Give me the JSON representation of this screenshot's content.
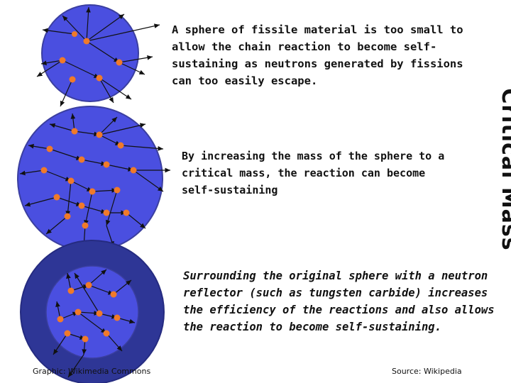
{
  "title": "Critical Mass",
  "panels": {
    "small": {
      "text": "A sphere of fissile material is too small to allow the chain reaction to become self-sustaining as neutrons generated by fissions can too easily escape."
    },
    "critical": {
      "text": "By increasing the mass of the sphere to a critical mass, the reaction can become self-sustaining"
    },
    "reflector": {
      "text": "Surrounding the original sphere with a neutron reflector (such as tungsten carbide) increases the efficiency of the reactions and also allows the reaction to become self-sustaining."
    }
  },
  "credits": {
    "graphic": "Graphic: Wikimedia Commons",
    "source": "Source: Wikipedia"
  },
  "colors": {
    "sphere_fill": "#4a4fe0",
    "sphere_stroke": "#3b3fa0",
    "reflector_fill": "#2e3696",
    "fission_star": "#f07a2a",
    "arrow": "#111111"
  }
}
